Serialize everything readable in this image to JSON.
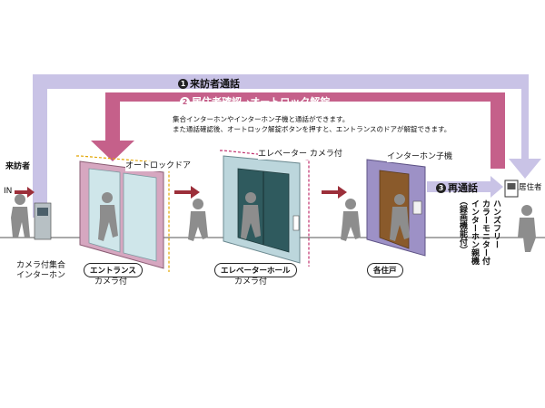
{
  "steps": {
    "step1": {
      "number": "1",
      "title": "来訪者通話"
    },
    "step2": {
      "number": "2",
      "title": "居住者確認→オートロック解錠"
    },
    "step3": {
      "number": "3",
      "title": "再通話"
    }
  },
  "description": {
    "line1": "集合インターホンやインターホン子機と通話ができます。",
    "line2": "また通話確認後、オートロック解錠ボタンを押すと、エントランスのドアが解錠できます。"
  },
  "visitor": {
    "label": "来訪者",
    "in": "IN"
  },
  "intercom_panel": {
    "line1": "カメラ付集合",
    "line2": "インターホン"
  },
  "entrance": {
    "door_label": "オートロックドア",
    "name": "エントランス",
    "camera": "カメラ付"
  },
  "elevator": {
    "top_label": "エレベーター カメラ付",
    "name": "エレベーターホール",
    "camera": "カメラ付"
  },
  "residence": {
    "handset_label": "インターホン子機",
    "name": "各住戸"
  },
  "resident": {
    "label": "居住者"
  },
  "monitor": {
    "line1": "ハンズフリー",
    "line2": "カラーモニター付",
    "line3": "インターホン親機",
    "line4": "（録画機能付）"
  },
  "colors": {
    "purple_band": "#c9c3e6",
    "pink_band": "#c5608a",
    "door_frame": "#d6a7c0",
    "elevator_frame": "#bcd6dc",
    "arrow": "#9c2f3a"
  }
}
